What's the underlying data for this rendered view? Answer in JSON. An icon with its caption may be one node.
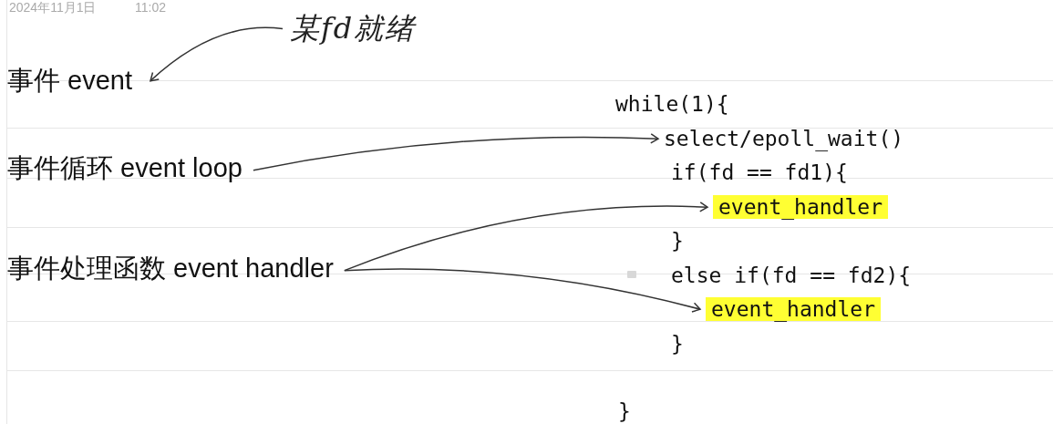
{
  "diagram": {
    "nodes": [
      {
        "text": [
          "某fd就绪"
        ]
      },
      {
        "text": [
          "事件 event"
        ]
      },
      {
        "text": [
          "事件循环 event loop"
        ]
      },
      {
        "text": [
          "事件处理函数 event handler"
        ]
      },
      {
        "text": [
          "select/epoll_wait()"
        ]
      },
      {
        "text": [
          "event_handler"
        ]
      },
      {
        "text": [
          "event_handler"
        ]
      }
    ],
    "edges": [
      {
        "from": 0,
        "to": 1,
        "arrow": "to"
      },
      {
        "from": 2,
        "to": 4,
        "arrow": "to"
      },
      {
        "from": 3,
        "to": 5,
        "arrow": "to"
      },
      {
        "from": 3,
        "to": 6,
        "arrow": "to"
      }
    ],
    "labels": [
      "2024年11月1日",
      "11:02",
      "while(1){",
      "if(fd == fd1){",
      "}",
      "else if(fd == fd2){",
      "}",
      "}"
    ]
  }
}
